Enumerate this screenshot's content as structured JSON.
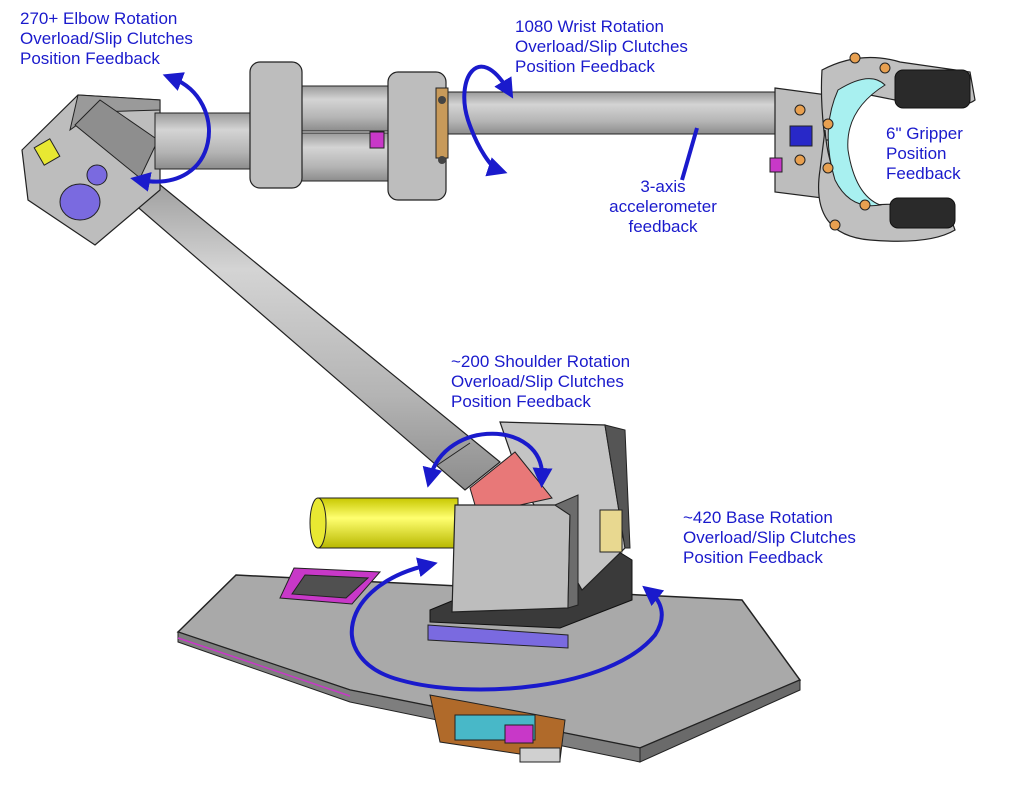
{
  "colors": {
    "annotation_blue": "#1a1acc",
    "metal_gray": "#b8b8b8",
    "dark_gray": "#8a8a8a",
    "accent_yellow": "#e8e832",
    "accent_magenta": "#c838c8",
    "accent_salmon": "#e87878",
    "accent_cyan": "#a8f0f0",
    "accent_orange": "#e8a050",
    "accent_violet": "#7a6ae0"
  },
  "labels": {
    "elbow": {
      "line1": "270+ Elbow Rotation",
      "line2": "Overload/Slip Clutches",
      "line3": "Position Feedback"
    },
    "wrist": {
      "line1": "1080 Wrist Rotation",
      "line2": "Overload/Slip Clutches",
      "line3": "Position Feedback"
    },
    "gripper": {
      "line1": "6\" Gripper",
      "line2": "Position",
      "line3": "Feedback"
    },
    "accelerometer": {
      "line1": "3-axis",
      "line2": "accelerometer",
      "line3": "feedback"
    },
    "shoulder": {
      "line1": "~200 Shoulder Rotation",
      "line2": "Overload/Slip Clutches",
      "line3": "Position Feedback"
    },
    "base": {
      "line1": "~420 Base Rotation",
      "line2": "Overload/Slip Clutches",
      "line3": "Position Feedback"
    }
  }
}
